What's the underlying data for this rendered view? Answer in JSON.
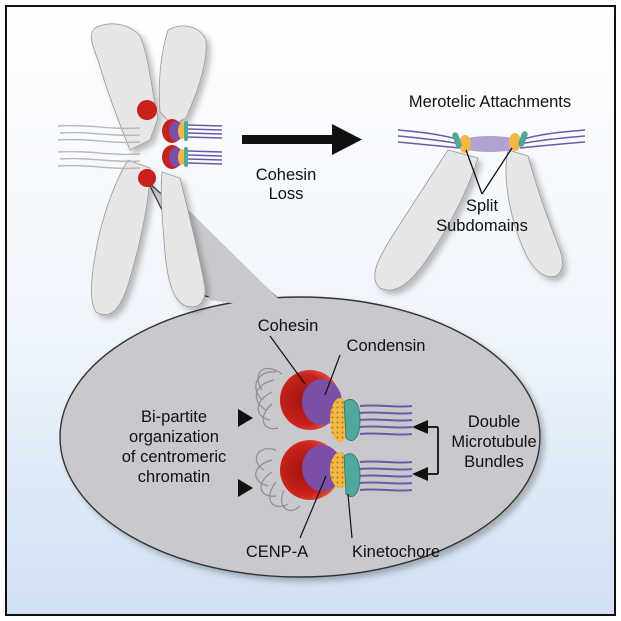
{
  "diagram": {
    "merotelic_label": "Merotelic Attachments",
    "arrow_label_line1": "Cohesin",
    "arrow_label_line2": "Loss",
    "split_line1": "Split",
    "split_line2": "Subdomains",
    "cohesin_label": "Cohesin",
    "condensin_label": "Condensin",
    "bipartite_line1": "Bi-partite",
    "bipartite_line2": "organization",
    "bipartite_line3": "of centromeric",
    "bipartite_line4": "chromatin",
    "double_line1": "Double",
    "double_line2": "Microtubule",
    "double_line3": "Bundles",
    "cenpa_label": "CENP-A",
    "kinetochore_label": "Kinetochore"
  },
  "colors": {
    "background_top": "#ffffff",
    "background_bottom": "#cfe0f2",
    "chromosome": "#e6e6e6",
    "inset": "#c9c9cd",
    "cohesin": "#c8211d",
    "cenp_a": "#7b4fa6",
    "condensin": "#f3b744",
    "kinetochore": "#4fa89a",
    "microtubule": "#6c5aa6"
  }
}
